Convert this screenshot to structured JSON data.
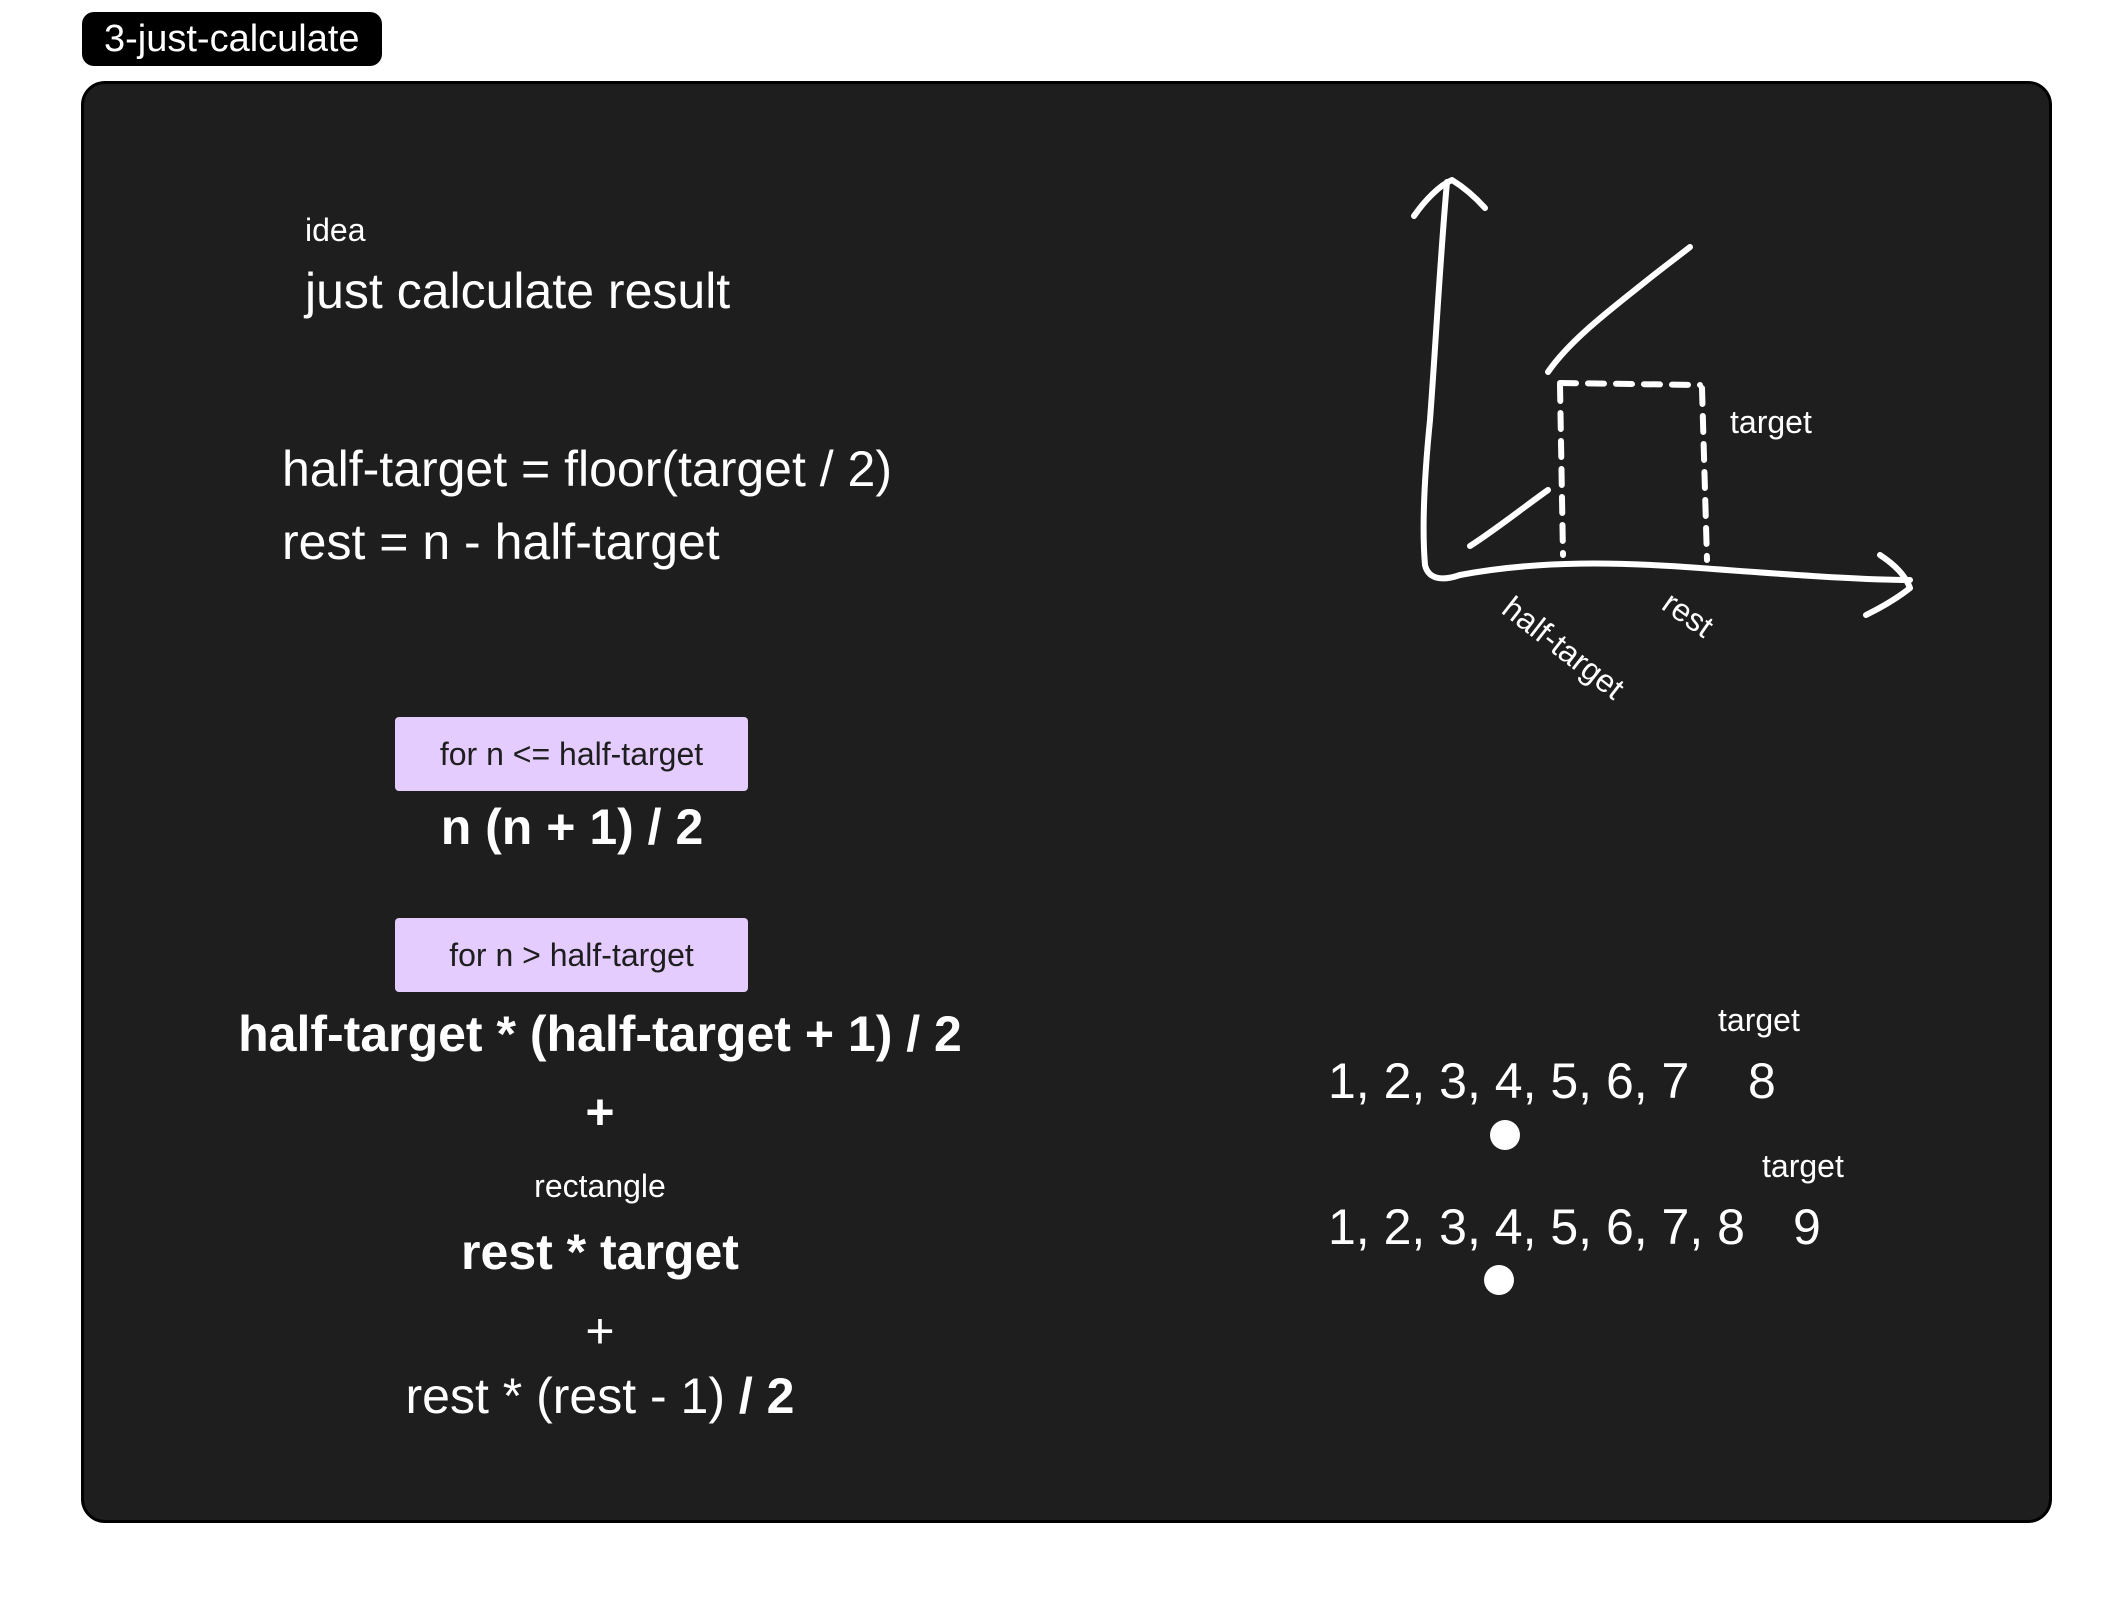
{
  "frame_label": "3-just-calculate",
  "idea": {
    "label": "idea",
    "title": "just calculate result"
  },
  "definitions": {
    "half_target": "half-target = floor(target / 2)",
    "rest": "rest = n - half-target"
  },
  "case_small": {
    "tag": "for n <= half-target",
    "formula": "n (n + 1) / 2"
  },
  "case_large": {
    "tag": "for n > half-target",
    "formula_head": "half-target * (half-target + 1) / 2",
    "plus_1": "+",
    "rect_label": "rectangle",
    "rect_formula": "rest * target",
    "plus_2": "+",
    "tail_regular": "rest * (rest - 1)",
    "tail_bold": " / 2"
  },
  "graph": {
    "label_target": "target",
    "label_half_target": "half-target",
    "label_rest": "rest"
  },
  "examples": [
    {
      "target_label": "target",
      "sequence": "1, 2, 3, 4, 5, 6, 7",
      "target_value": "8"
    },
    {
      "target_label": "target",
      "sequence": "1, 2, 3, 4, 5, 6, 7, 8",
      "target_value": "9"
    }
  ],
  "colors": {
    "canvas": "#1e1e1e",
    "tag_background": "#e4ccff",
    "text": "#ffffff"
  }
}
